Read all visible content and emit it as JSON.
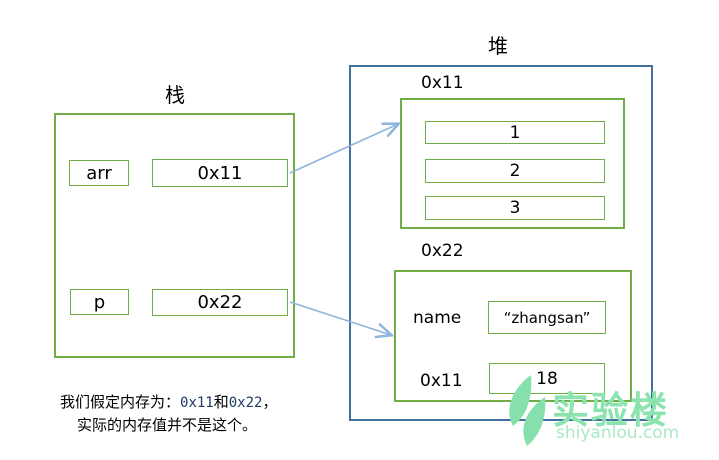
{
  "stack": {
    "title": "栈",
    "rows": [
      {
        "var": "arr",
        "value": "0x11"
      },
      {
        "var": "p",
        "value": "0x22"
      }
    ]
  },
  "heap": {
    "title": "堆",
    "array_region": {
      "address": "0x11",
      "items": [
        "1",
        "2",
        "3"
      ]
    },
    "object_region": {
      "address": "0x22",
      "fields": [
        {
          "label": "name",
          "value": "“zhangsan”"
        },
        {
          "label": "0x11",
          "value": "18"
        }
      ]
    }
  },
  "arrows": [
    {
      "from": "stack-0x11-value",
      "to": "heap-array-region"
    },
    {
      "from": "stack-0x22-value",
      "to": "heap-object-region"
    }
  ],
  "caption": {
    "line1_prefix": "我们假定内存为：",
    "line1_addr1": "0x11",
    "line1_mid": "和",
    "line1_addr2": "0x22",
    "line1_suffix": "，",
    "line2": "实际的内存值并不是这个。"
  },
  "watermark": {
    "logo": "shiyanlou-leaves-logo",
    "brand": "实验楼",
    "domain": "shiyanlou.com"
  },
  "colors": {
    "green_border": "#70AD47",
    "blue_border": "#41719C",
    "arrow": "#8FB4DE",
    "caption_addr": "#1F3864",
    "watermark_green": "#8BE3AE",
    "watermark_light_green": "#A9E9C6"
  }
}
